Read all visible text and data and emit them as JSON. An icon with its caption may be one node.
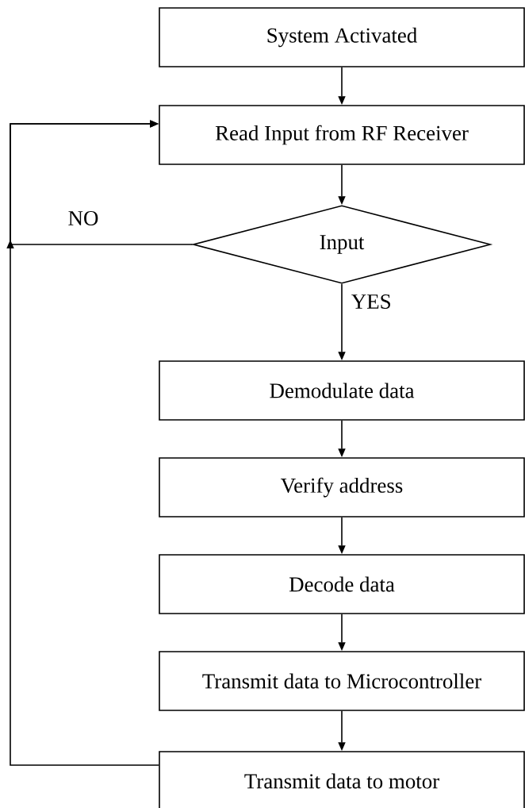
{
  "diagram": {
    "nodes": [
      {
        "text": [
          "System Activated"
        ]
      },
      {
        "text": [
          "Read Input from RF Receiver"
        ]
      },
      {
        "text": [
          "Input"
        ]
      },
      {
        "text": [
          "Demodulate data"
        ]
      },
      {
        "text": [
          "Verify address"
        ]
      },
      {
        "text": [
          "Decode data"
        ]
      },
      {
        "text": [
          "Transmit data to Microcontroller"
        ]
      },
      {
        "text": [
          "Transmit data to motor"
        ]
      }
    ],
    "edges": [
      {
        "from": 0,
        "to": 1,
        "arrow": "to"
      },
      {
        "from": 1,
        "to": 2,
        "arrow": "to"
      },
      {
        "from": 2,
        "to": 3,
        "arrow": "to",
        "label": "YES"
      },
      {
        "from": 3,
        "to": 4,
        "arrow": "to"
      },
      {
        "from": 4,
        "to": 5,
        "arrow": "to"
      },
      {
        "from": 5,
        "to": 6,
        "arrow": "to"
      },
      {
        "from": 6,
        "to": 7,
        "arrow": "to"
      },
      {
        "from": 2,
        "to": 1,
        "arrow": "to",
        "label": "NO"
      },
      {
        "from": 7,
        "to": 1,
        "arrow": "to"
      }
    ]
  }
}
